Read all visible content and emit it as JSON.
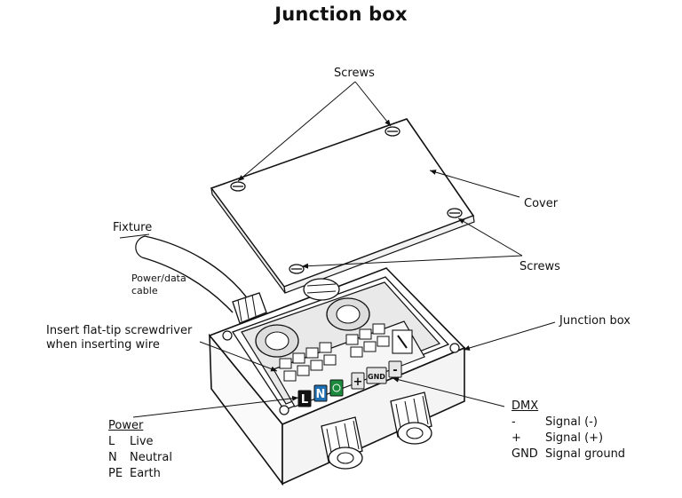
{
  "title": "Junction box",
  "labels": {
    "screws_top": "Screws",
    "cover": "Cover",
    "screws_right": "Screws",
    "fixture": "Fixture",
    "cable_line1": "Power/data",
    "cable_line2": "cable",
    "screwdriver_line1": "Insert flat-tip screwdriver",
    "screwdriver_line2": "when inserting wire",
    "junction_box": "Junction box"
  },
  "terminals": {
    "live": "L",
    "neutral": "N",
    "plus": "+",
    "gnd": "GND",
    "minus": "-",
    "colors": {
      "live": "#111111",
      "neutral": "#1f6fb5",
      "earth": "#1c8a3c"
    }
  },
  "power_legend": {
    "heading": "Power",
    "rows": [
      {
        "key": "L",
        "value": "Live"
      },
      {
        "key": "N",
        "value": "Neutral"
      },
      {
        "key": "PE",
        "value": "Earth"
      }
    ]
  },
  "dmx_legend": {
    "heading": "DMX",
    "rows": [
      {
        "key": "-",
        "value": "Signal  (-)"
      },
      {
        "key": "+",
        "value": "Signal (+)"
      },
      {
        "key": "GND",
        "value": "Signal ground"
      }
    ]
  }
}
